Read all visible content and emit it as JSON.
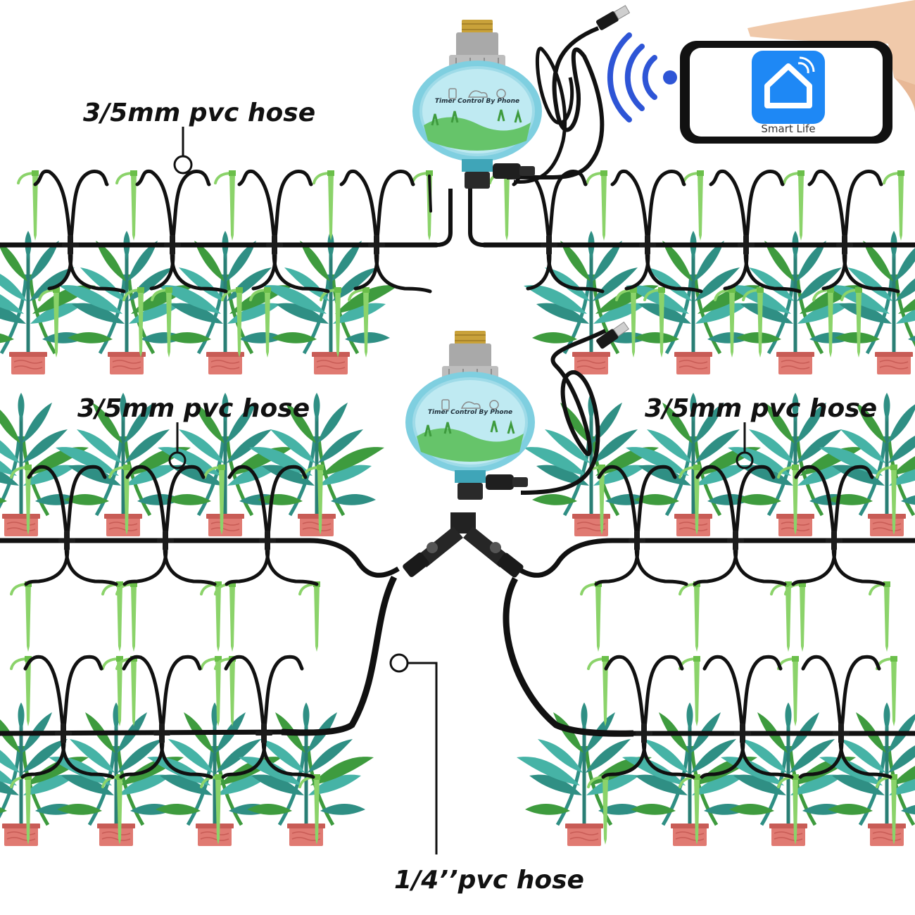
{
  "labels": {
    "pvc_top": "3/5mm pvc hose",
    "pvc_mid_left": "3/5mm pvc hose",
    "pvc_mid_right": "3/5mm pvc hose",
    "pvc_main": "1/4’’pvc hose"
  },
  "timer": {
    "caption": "Timer Control By Phone"
  },
  "phone": {
    "app_name": "Smart Life",
    "app_icon": "smart-home-icon",
    "signal_icon": "wifi-signal-icon"
  },
  "colors": {
    "hose": "#111111",
    "leaf_dark": "#2f8f84",
    "leaf_light": "#46b3a6",
    "leaf_green": "#3e9b3e",
    "pot": "#e07a72",
    "pot_rim": "#c85c56",
    "stake": "#8bd36a",
    "timer_body": "#8fd7e6",
    "timer_collar": "#a9a9a9",
    "brass": "#c9a23a",
    "wifi": "#2e55d6",
    "app_blue": "#1e88f5"
  }
}
